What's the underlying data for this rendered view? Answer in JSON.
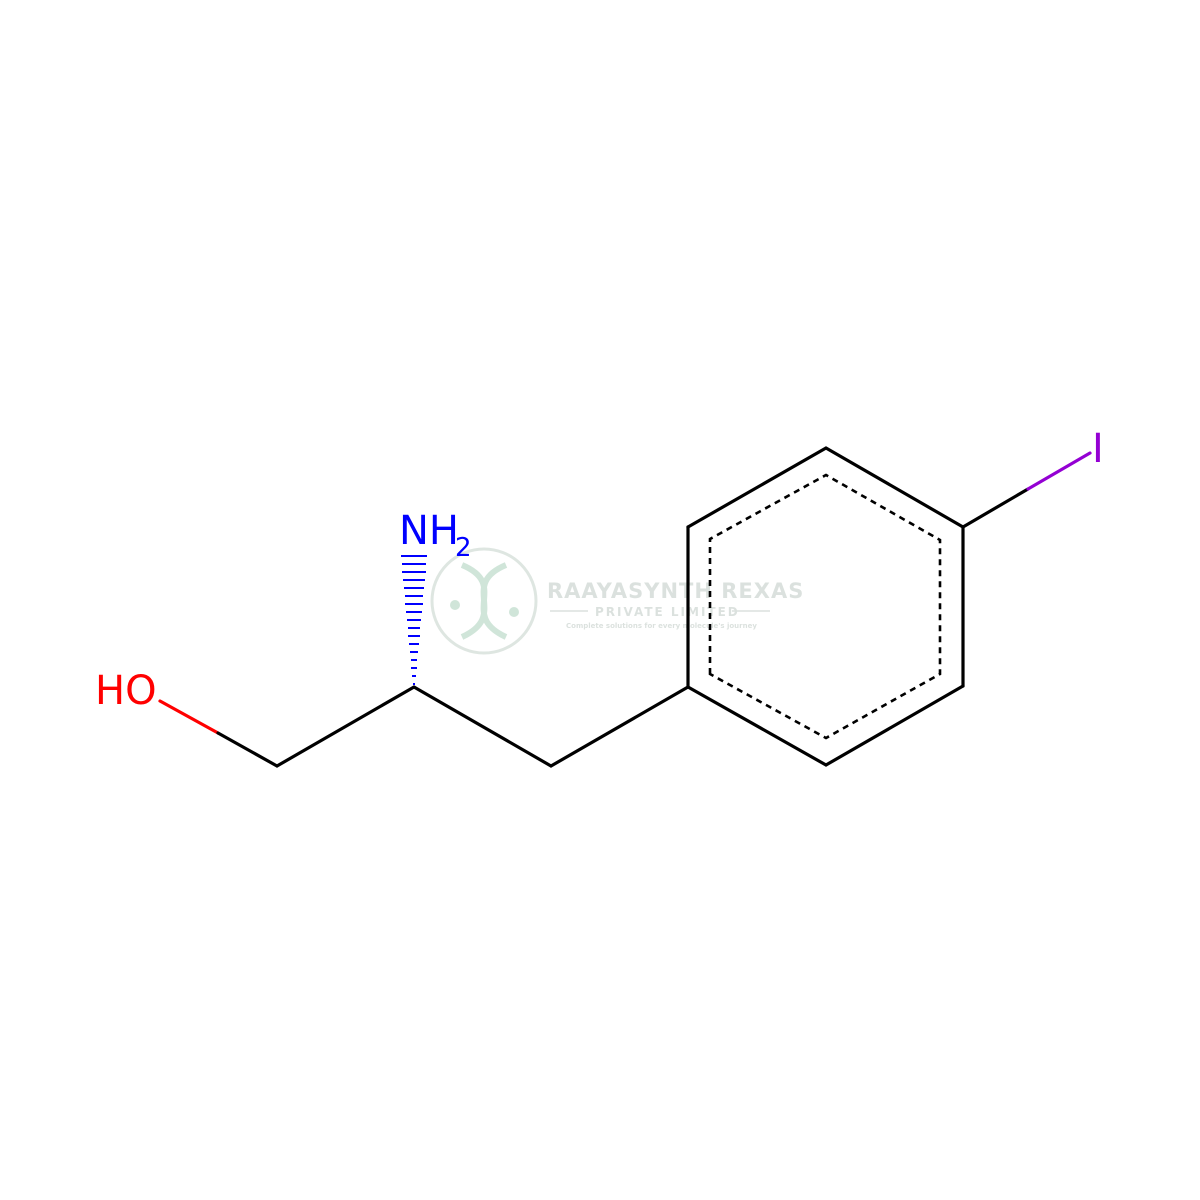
{
  "molecule": {
    "labels": {
      "hydroxyl": "HO",
      "amine": "NH",
      "amine_subscript": "2",
      "iodine": "I"
    },
    "colors": {
      "bond": "#000000",
      "oxygen": "#ff0000",
      "nitrogen": "#0000ff",
      "iodine": "#9400d3"
    }
  },
  "watermark": {
    "company": "RAAYASYNTH REXAS",
    "subtitle": "PRIVATE LIMITED",
    "tagline": "Complete solutions for every molecule's journey",
    "color": "#8fa89a"
  }
}
